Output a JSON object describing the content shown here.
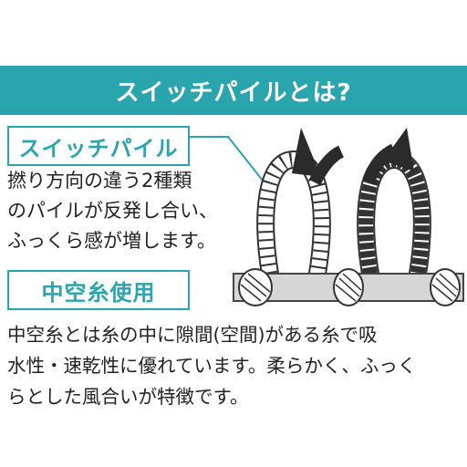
{
  "banner": {
    "title": "スイッチパイルとは?"
  },
  "section1": {
    "label": "スイッチパイル",
    "lines": [
      "撚り方向の違う2種類",
      "のパイルが反発し合い、",
      "ふっくら感が増します。"
    ]
  },
  "section2": {
    "label": "中空糸使用",
    "lines": [
      "中空糸とは糸の中に隙間(空間)がある糸で吸",
      "水性・速乾性に優れています。柔らかく、ふっく",
      "らとした風合いが特徴です。"
    ]
  },
  "illustration": {
    "icons": [
      "twisted-pile-loop-left",
      "twisted-pile-loop-right",
      "arrow-left",
      "arrow-right",
      "base-fabric"
    ],
    "accent_color": "#2aa4ad"
  }
}
